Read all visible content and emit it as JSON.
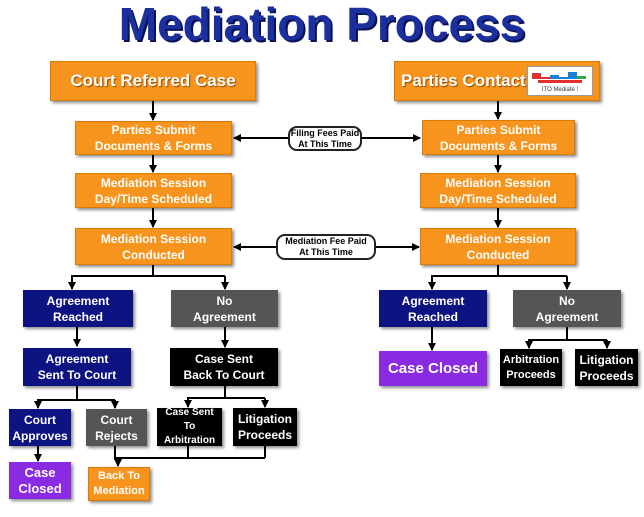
{
  "title": "Mediation Process",
  "logo": {
    "text": "ITO Mediate !"
  },
  "colors": {
    "orange": "#f7941d",
    "navy": "#0d1380",
    "gray": "#555555",
    "black": "#000000",
    "purple": "#8a2be2",
    "title": "#1c2f9e"
  },
  "left": {
    "header": "Court Referred Case",
    "submit": [
      "Parties Submit",
      "Documents & Forms"
    ],
    "scheduled": [
      "Mediation Session",
      "Day/Time Scheduled"
    ],
    "conducted": [
      "Mediation Session",
      "Conducted"
    ],
    "agreement": [
      "Agreement",
      "Reached"
    ],
    "no_agreement": [
      "No",
      "Agreement"
    ],
    "sent_to_court": [
      "Agreement",
      "Sent To Court"
    ],
    "back_to_court": [
      "Case Sent",
      "Back To Court"
    ],
    "court_approves": [
      "Court",
      "Approves"
    ],
    "court_rejects": [
      "Court",
      "Rejects"
    ],
    "arbitration": [
      "Case Sent To",
      "Arbitration"
    ],
    "litigation": [
      "Litigation",
      "Proceeds"
    ],
    "closed": [
      "Case",
      "Closed"
    ],
    "back_to_mediation": [
      "Back To",
      "Mediation"
    ]
  },
  "right": {
    "header": "Parties Contact",
    "submit": [
      "Parties Submit",
      "Documents & Forms"
    ],
    "scheduled": [
      "Mediation Session",
      "Day/Time Scheduled"
    ],
    "conducted": [
      "Mediation Session",
      "Conducted"
    ],
    "agreement": [
      "Agreement",
      "Reached"
    ],
    "no_agreement": [
      "No",
      "Agreement"
    ],
    "closed": "Case Closed",
    "arbitration": [
      "Arbitration",
      "Proceeds"
    ],
    "litigation": [
      "Litigation",
      "Proceeds"
    ]
  },
  "notes": {
    "filing": [
      "Filing Fees Paid",
      "At This Time"
    ],
    "mediation_fee": [
      "Mediation Fee Paid",
      "At This Time"
    ]
  }
}
